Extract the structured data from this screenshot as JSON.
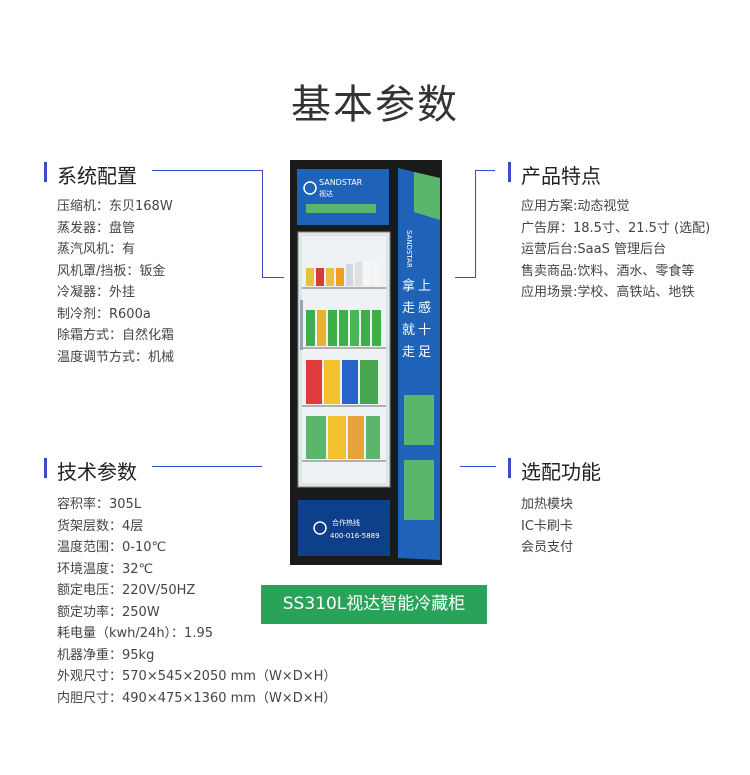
{
  "title": "基本参数",
  "system": {
    "heading": "系统配置",
    "lines": [
      "压缩机：东贝168W",
      "蒸发器：盘管",
      "蒸汽风机：有",
      "风机罩/挡板：钣金",
      "冷凝器：外挂",
      "制冷剂：R600a",
      "除霜方式：自然化霜",
      "温度调节方式：机械"
    ]
  },
  "features": {
    "heading": "产品特点",
    "lines": [
      "应用方案:动态视觉",
      "广告屏：18.5寸、21.5寸 (选配)",
      "运营后台:SaaS 管理后台",
      "售卖商品:饮料、酒水、零食等",
      "应用场景:学校、高铁站、地铁"
    ]
  },
  "tech": {
    "heading": "技术参数",
    "lines": [
      "容积率：305L",
      "货架层数：4层",
      "温度范围：0-10℃",
      "环境温度：32℃",
      "额定电压：220V/50HZ",
      "额定功率：250W",
      "耗电量（kwh/24h）：1.95",
      "机器净重：95kg",
      "外观尺寸：570×545×2050 mm（W×D×H）",
      "内胆尺寸：490×475×1360 mm（W×D×H）"
    ]
  },
  "options": {
    "heading": "选配功能",
    "lines": [
      "加热模块",
      "IC卡刷卡",
      "会员支付"
    ]
  },
  "product_label": "SS310L视达智能冷藏柜",
  "fridge": {
    "brand": "SANDSTAR",
    "brand_cn": "视达",
    "side_brand": "SANDSTAR",
    "side_slogan": [
      "拿",
      "走",
      "就",
      "走",
      "上",
      "感",
      "十",
      "足"
    ],
    "hotline_label": "合作热线",
    "hotline_number": "400-016-5889",
    "body_color": "#1a1a1a",
    "accent_green": "#5ab66a",
    "accent_blue": "#1e63b8"
  }
}
